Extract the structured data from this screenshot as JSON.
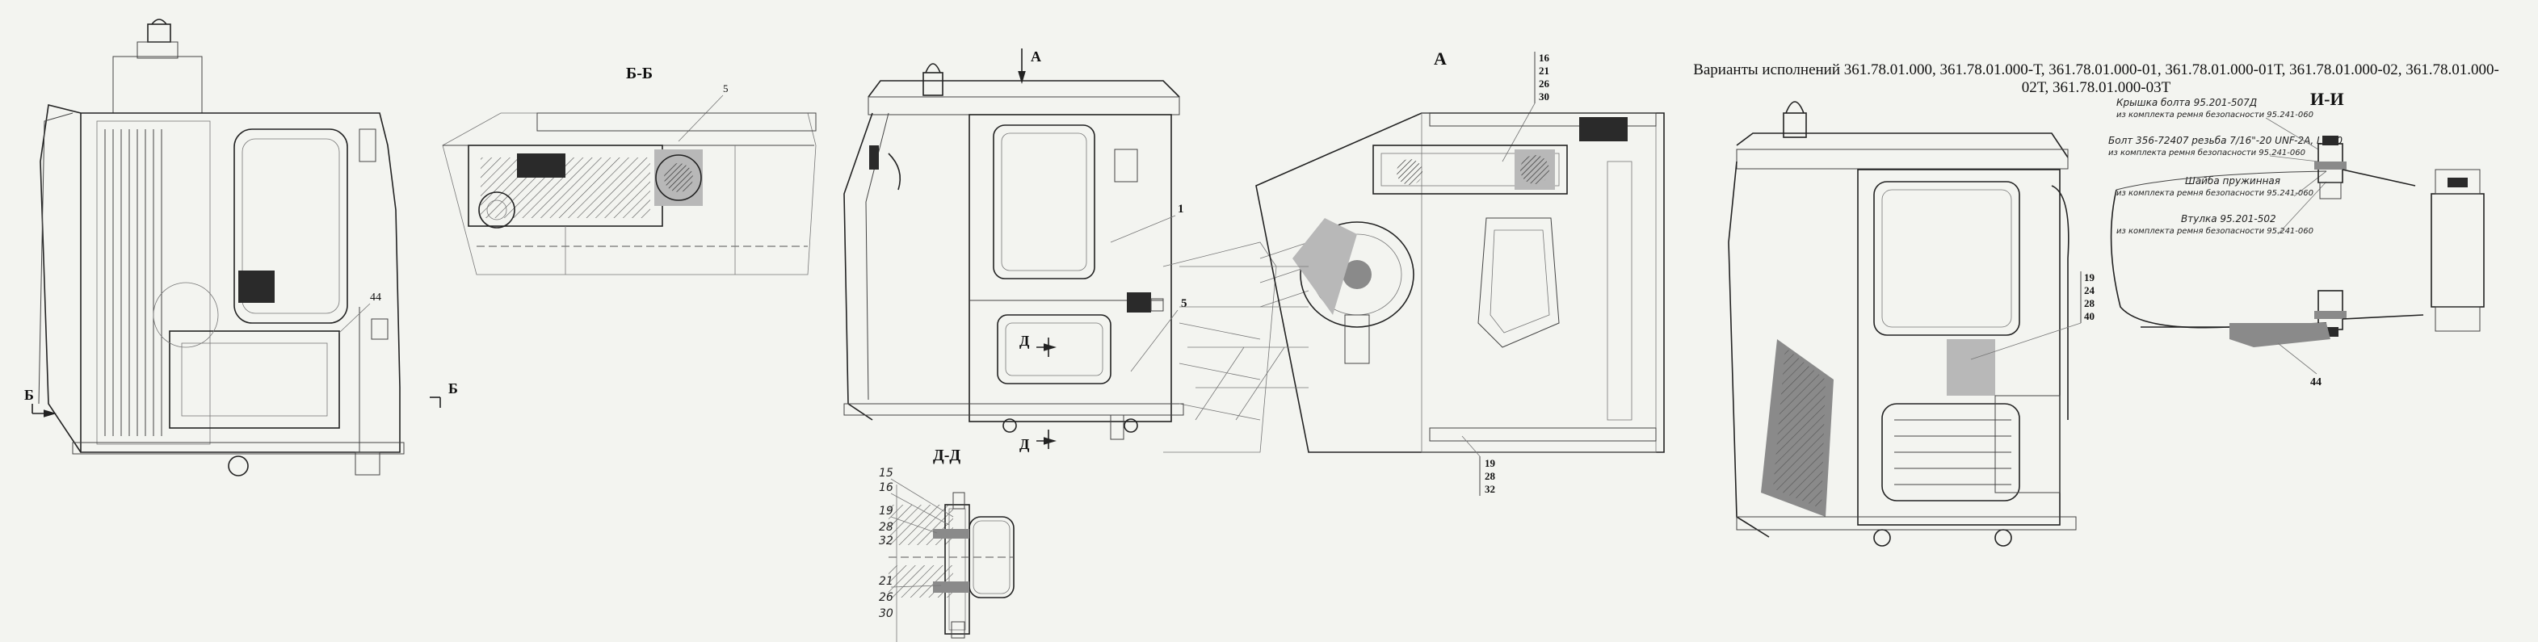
{
  "variants_note": "Варианты исполнений 361.78.01.000, 361.78.01.000-Т, 361.78.01.000-01, 361.78.01.000-01Т, 361.78.01.000-02, 361.78.01.000-02Т, 361.78.01.000-03Т",
  "sections": {
    "bb": "Б-Б",
    "a": "А",
    "dd": "Д-Д",
    "ii": "И-И"
  },
  "markers": {
    "b_left": "Б",
    "b_right": "Б",
    "a_arrow": "А",
    "d_top": "Д",
    "d_bottom": "Д"
  },
  "callouts": {
    "c5_bb": "5",
    "c44_left": "44",
    "c1": "1",
    "c5_mid": "5",
    "a_top_stack": [
      "16",
      "21",
      "26",
      "30"
    ],
    "a_bottom_stack": [
      "19",
      "28",
      "32"
    ],
    "dd_top_stack": [
      "15",
      "16",
      "19",
      "28",
      "32"
    ],
    "dd_bottom_stack": [
      "21",
      "26",
      "30"
    ],
    "right_stack": [
      "19",
      "24",
      "28",
      "40"
    ],
    "c44_right": "44"
  },
  "ii_notes": [
    {
      "title": "Крышка болта 95.201-507Д",
      "sub": "из комплекта ремня безопасности 95.241-060"
    },
    {
      "title": "Болт 356-72407 резьба 7/16\"-20 UNF-2А, L=30",
      "sub": "из комплекта ремня безопасности 95.241-060"
    },
    {
      "title": "Шайба пружинная",
      "sub": "из комплекта ремня безопасности 95.241-060"
    },
    {
      "title": "Втулка 95.201-502",
      "sub": "из комплекта ремня безопасности 95.241-060"
    }
  ]
}
